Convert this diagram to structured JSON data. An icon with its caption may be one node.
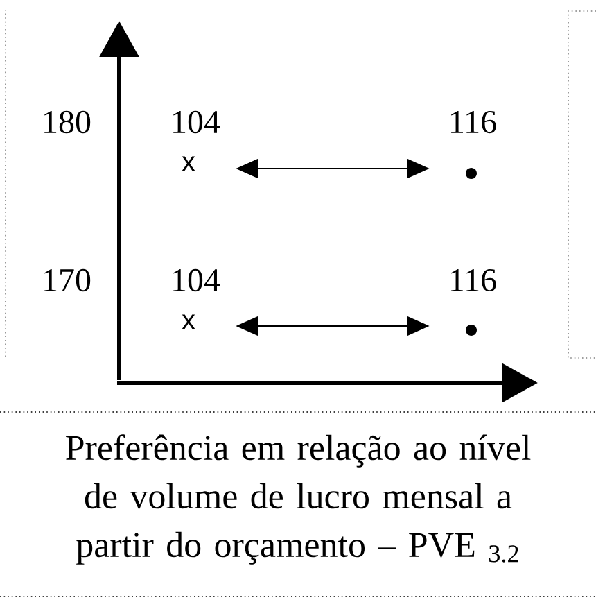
{
  "diagram": {
    "caption": "Preferência em relação ao nível de volume de lucro mensal a partir do orçamento – PVE $_{3.2}$",
    "nodes": [
      {
        "text": [
          "x"
        ]
      },
      {
        "text": [],
        "shape": "circle"
      },
      {
        "text": [
          "x"
        ]
      },
      {
        "text": [],
        "shape": "circle"
      }
    ],
    "edges": [
      {
        "from": 0,
        "to": 1,
        "arrow": "both"
      },
      {
        "from": 2,
        "to": 3,
        "arrow": "both"
      }
    ],
    "labels": [
      "180",
      "104",
      "116",
      "170",
      "104",
      "116"
    ]
  }
}
